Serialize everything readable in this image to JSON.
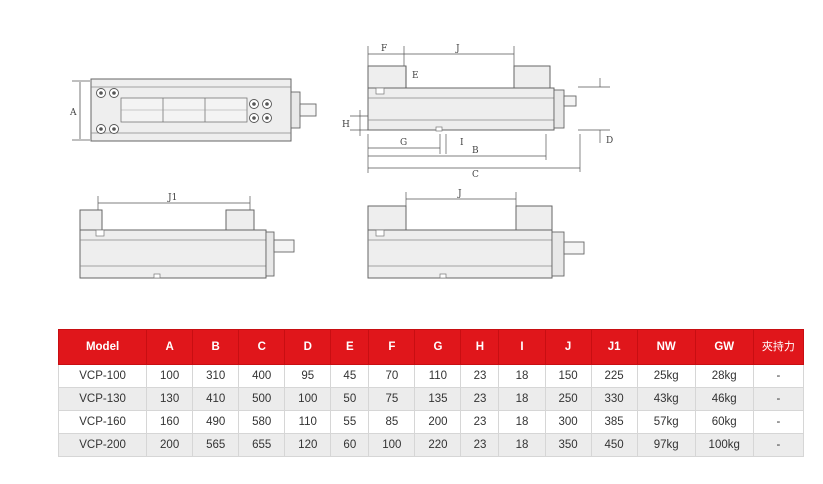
{
  "diagrams": {
    "top_view": {
      "dim_label": "A"
    },
    "side_view": {
      "labels": {
        "F": "F",
        "J": "J",
        "E": "E",
        "H": "H",
        "G": "G",
        "I": "I",
        "B": "B",
        "C": "C",
        "D": "D"
      }
    },
    "variant_left": {
      "dim_label": "J1"
    },
    "variant_right": {
      "dim_label": "J"
    }
  },
  "table": {
    "headers": [
      "Model",
      "A",
      "B",
      "C",
      "D",
      "E",
      "F",
      "G",
      "H",
      "I",
      "J",
      "J1",
      "NW",
      "GW",
      "夾持力"
    ],
    "rows": [
      [
        "VCP-100",
        "100",
        "310",
        "400",
        "95",
        "45",
        "70",
        "110",
        "23",
        "18",
        "150",
        "225",
        "25kg",
        "28kg",
        "-"
      ],
      [
        "VCP-130",
        "130",
        "410",
        "500",
        "100",
        "50",
        "75",
        "135",
        "23",
        "18",
        "250",
        "330",
        "43kg",
        "46kg",
        "-"
      ],
      [
        "VCP-160",
        "160",
        "490",
        "580",
        "110",
        "55",
        "85",
        "200",
        "23",
        "18",
        "300",
        "385",
        "57kg",
        "60kg",
        "-"
      ],
      [
        "VCP-200",
        "200",
        "565",
        "655",
        "120",
        "60",
        "100",
        "220",
        "23",
        "18",
        "350",
        "450",
        "97kg",
        "100kg",
        "-"
      ]
    ],
    "colors": {
      "header_bg": "#e0161b",
      "header_text": "#ffffff",
      "row_alt": "#ececec"
    }
  }
}
